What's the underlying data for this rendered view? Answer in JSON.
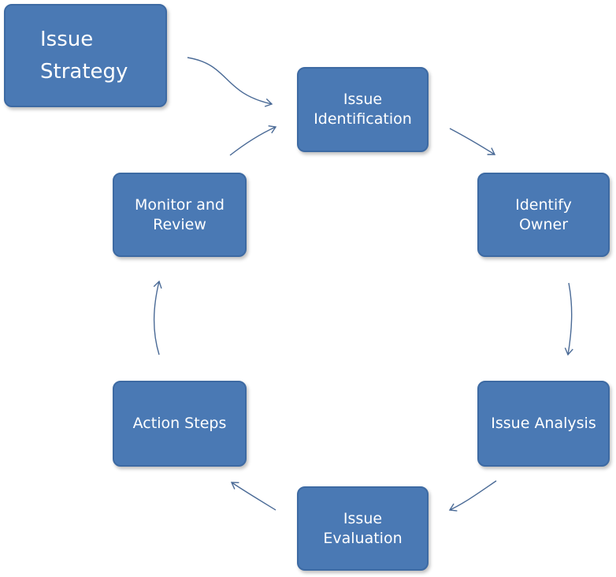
{
  "diagram": {
    "nodes": {
      "strategy": "Issue\nStrategy",
      "identification": "Issue\nIdentification",
      "owner": "Identify\nOwner",
      "analysis": "Issue Analysis",
      "evaluation": "Issue\nEvaluation",
      "action": "Action Steps",
      "monitor": "Monitor and\nReview"
    },
    "edges": [
      {
        "from": "strategy",
        "to": "identification"
      },
      {
        "from": "identification",
        "to": "owner"
      },
      {
        "from": "owner",
        "to": "analysis"
      },
      {
        "from": "analysis",
        "to": "evaluation"
      },
      {
        "from": "evaluation",
        "to": "action"
      },
      {
        "from": "action",
        "to": "monitor"
      },
      {
        "from": "monitor",
        "to": "identification"
      }
    ],
    "colors": {
      "node_fill": "#4a79b4",
      "node_border": "#3d6aa3",
      "node_text": "#ffffff",
      "arrow": "#4a6a96"
    }
  }
}
